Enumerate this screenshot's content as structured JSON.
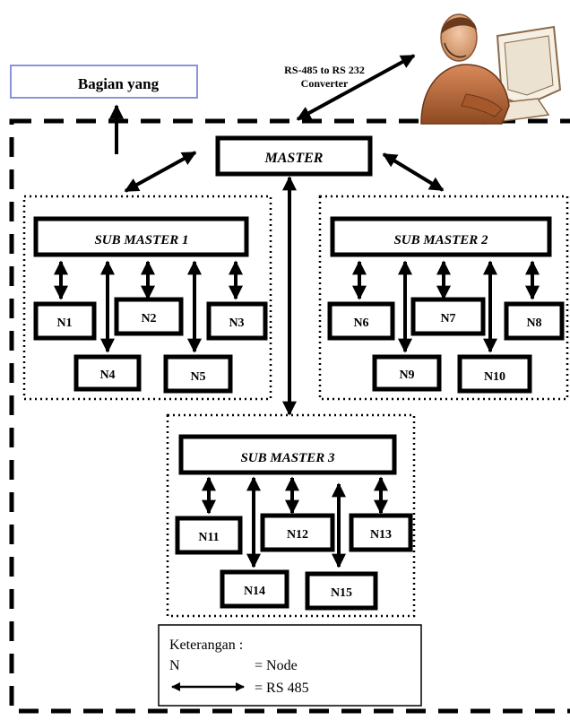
{
  "external_box": {
    "label": "Bagian yang"
  },
  "converter": {
    "line1": "RS-485 to RS 232",
    "line2": "Converter"
  },
  "computer_user": {
    "icon": "computer-user-icon"
  },
  "master": {
    "label": "MASTER"
  },
  "groups": [
    {
      "sub_master": "SUB MASTER 1",
      "nodes": [
        "N1",
        "N2",
        "N3",
        "N4",
        "N5"
      ]
    },
    {
      "sub_master": "SUB MASTER 2",
      "nodes": [
        "N6",
        "N7",
        "N8",
        "N9",
        "N10"
      ]
    },
    {
      "sub_master": "SUB MASTER 3",
      "nodes": [
        "N11",
        "N12",
        "N13",
        "N14",
        "N15"
      ]
    }
  ],
  "legend": {
    "title": "Keterangan :",
    "node_symbol": "N",
    "node_meaning": "= Node",
    "arrow_meaning": "= RS 485"
  }
}
